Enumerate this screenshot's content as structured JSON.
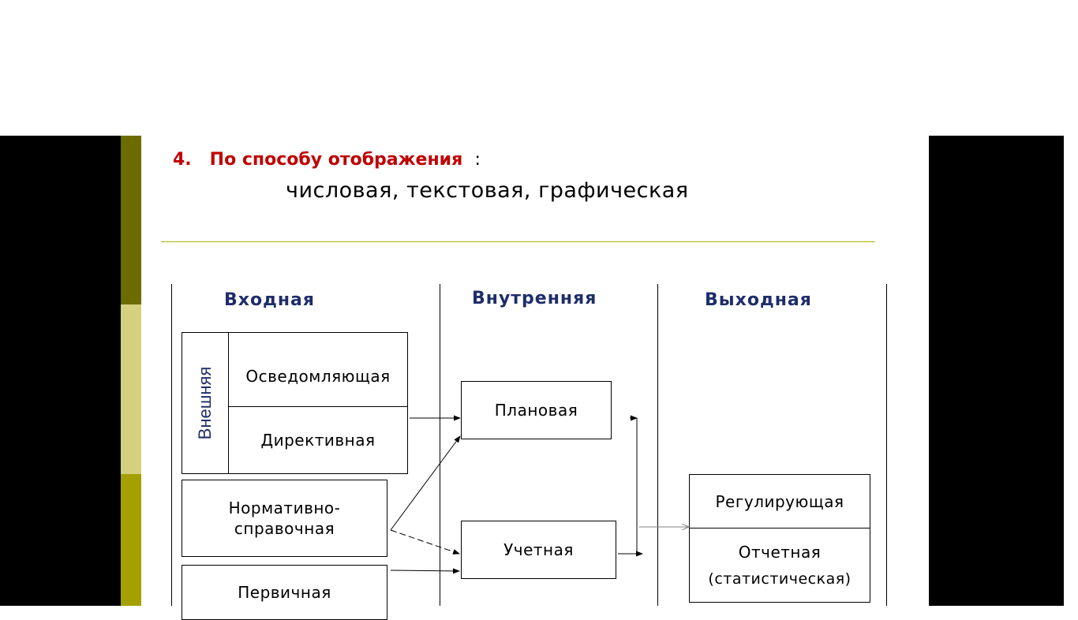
{
  "colors": {
    "heading_red": "#c00000",
    "title_blue": "#1f2d6b",
    "stripe_dark": "#6b6b00",
    "stripe_light": "#d4d080",
    "stripe_mid": "#a3a000",
    "divider": "#b5b000",
    "arrow_grey": "#808080"
  },
  "heading": {
    "number": "4.",
    "text": "По способу отображения",
    "colon": ":"
  },
  "subtitle": "числовая, текстовая, графическая",
  "columns": {
    "input": "Входная",
    "internal": "Внутренняя",
    "output": "Выходная"
  },
  "input_boxes": {
    "external_label": "Внешняя",
    "informing": "Осведомляющая",
    "directive": "Директивная",
    "normative_line1": "Нормативно-",
    "normative_line2": "справочная",
    "primary": "Первичная"
  },
  "internal_boxes": {
    "planned": "Плановая",
    "accounting": "Учетная"
  },
  "output_boxes": {
    "regulating": "Регулирующая",
    "reporting_line1": "Отчетная",
    "reporting_line2": "(статистическая)"
  }
}
